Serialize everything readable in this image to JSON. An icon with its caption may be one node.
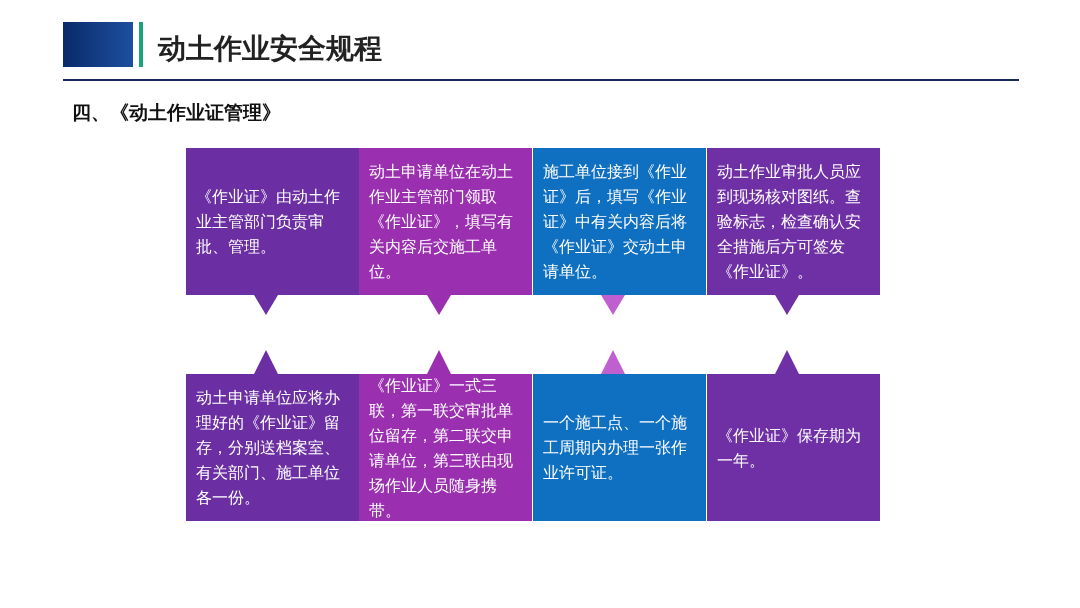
{
  "diagram": {
    "title": "动土作业安全规程",
    "nodes": [
      {
        "text": [
          "《作业证》由动土作业主管部门负责审批、管理。"
        ]
      },
      {
        "text": [
          "动土申请单位在动土作业主管部门领取《作业证》，填写有关内容后交施工单位。"
        ]
      },
      {
        "text": [
          "施工单位接到《作业证》后，填写《作业证》中有关内容后将《作业证》交动土申请单位。"
        ]
      },
      {
        "text": [
          "动土作业审批人员应到现场核对图纸。查验标志，检查确认安全措施后方可签发《作业证》。"
        ]
      },
      {
        "text": [
          "动土申请单位应将办理好的《作业证》留存，分别送档案室、有关部门、施工单位各一份。"
        ]
      },
      {
        "text": [
          "《作业证》一式三联，第一联交审批单位留存，第二联交申请单位，第三联由现场作业人员随身携带。"
        ]
      },
      {
        "text": [
          "一个施工点、一个施工周期内办理一张作业许可证。"
        ]
      },
      {
        "text": [
          "《作业证》保存期为一年。"
        ]
      }
    ],
    "labels": [
      "四、《动土作业证管理》"
    ]
  }
}
